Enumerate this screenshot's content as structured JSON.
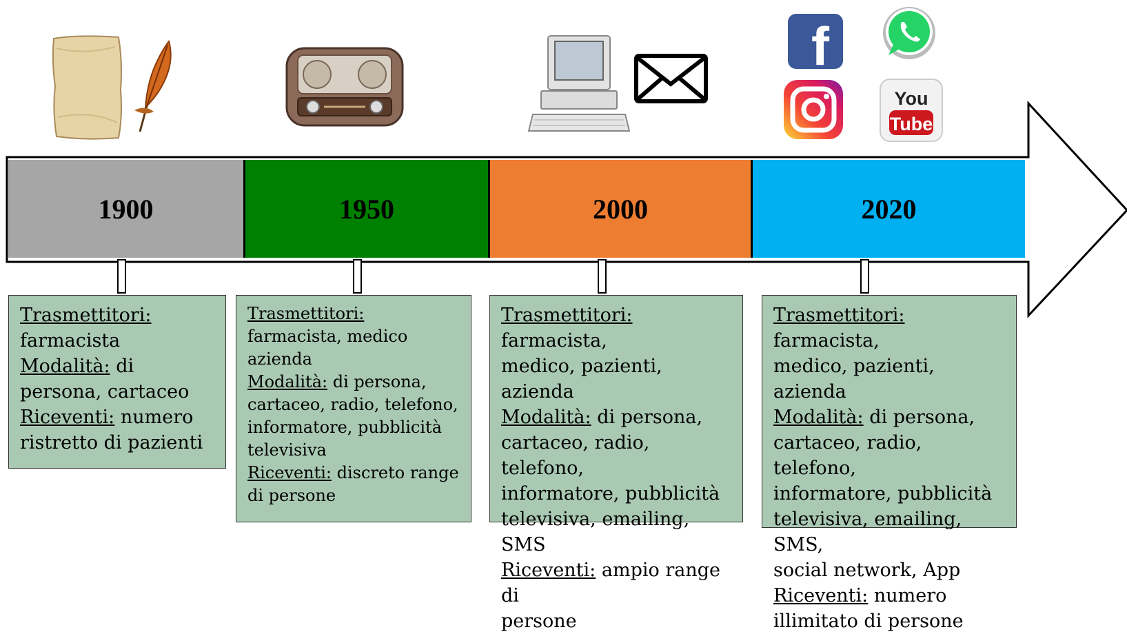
{
  "periods": [
    {
      "year": "1900",
      "color": "#a6a6a6",
      "trasmettitori_label": "Trasmettitori:",
      "trasmettitori_lines": [
        "farmacista"
      ],
      "modalita_label": "Modalità:",
      "modalita_lines": [
        " di",
        "persona, cartaceo"
      ],
      "riceventi_label": "Riceventi:",
      "riceventi_lines": [
        " numero",
        "ristretto di pazienti"
      ],
      "icons": [
        "paper-sheet-icon",
        "quill-pen-icon"
      ]
    },
    {
      "year": "1950",
      "color": "#008000",
      "trasmettitori_label": "Trasmettitori:",
      "trasmettitori_lines": [
        "farmacista, medico",
        "azienda"
      ],
      "modalita_label": "Modalità:",
      "modalita_lines": [
        " di persona,",
        "cartaceo, radio, telefono,",
        "informatore, pubblicità",
        "televisiva"
      ],
      "riceventi_label": "Riceventi:",
      "riceventi_lines": [
        " discreto range",
        "di persone"
      ],
      "icons": [
        "radio-icon"
      ]
    },
    {
      "year": "2000",
      "color": "#ed7d31",
      "trasmettitori_label": "Trasmettitori:",
      "trasmettitori_lines": [
        " farmacista,",
        "medico, pazienti, azienda"
      ],
      "modalita_label": "Modalità:",
      "modalita_lines": [
        " di persona,",
        "cartaceo, radio, telefono,",
        "informatore, pubblicità",
        "televisiva, emailing, SMS"
      ],
      "riceventi_label": "Riceventi:",
      "riceventi_lines": [
        " ampio range di",
        "persone"
      ],
      "icons": [
        "computer-icon",
        "envelope-icon"
      ]
    },
    {
      "year": "2020",
      "color": "#00b0f0",
      "trasmettitori_label": "Trasmettitori:",
      "trasmettitori_lines": [
        " farmacista,",
        "medico, pazienti, azienda"
      ],
      "modalita_label": "Modalità:",
      "modalita_lines": [
        " di persona,",
        "cartaceo, radio, telefono,",
        "informatore, pubblicità",
        "televisiva, emailing, SMS,",
        "social network, App"
      ],
      "riceventi_label": "Riceventi:",
      "riceventi_lines": [
        " numero",
        "illimitato  di persone"
      ],
      "icons": [
        "facebook-icon",
        "whatsapp-icon",
        "instagram-icon",
        "youtube-icon"
      ]
    }
  ],
  "logos": {
    "facebook": "f",
    "youtube_top": "You",
    "youtube_bottom": "Tube"
  }
}
